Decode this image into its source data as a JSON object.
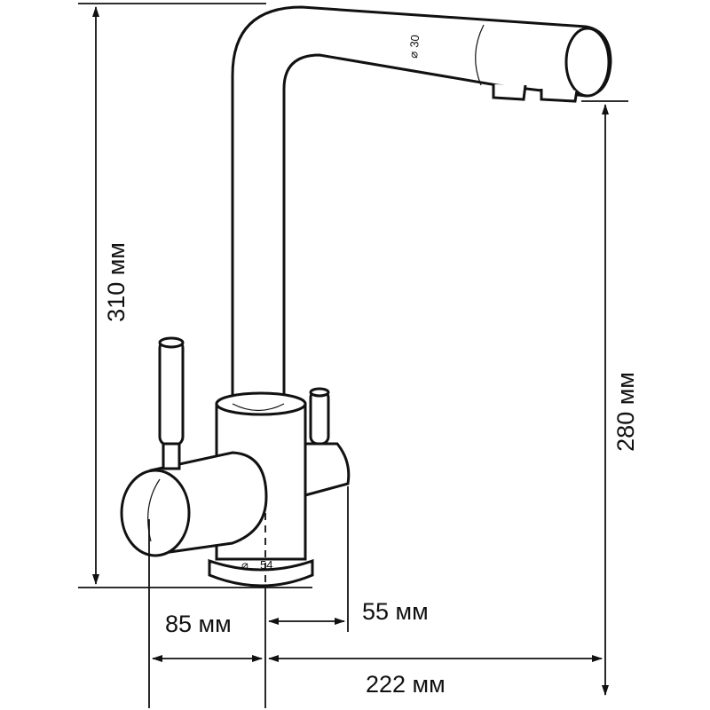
{
  "dimensions": {
    "total_height": "310 мм",
    "spout_height": "280 мм",
    "handle_offset": "85 мм",
    "filter_lever_offset": "55 мм",
    "spout_reach": "222 мм",
    "spout_diameter": "30",
    "base_diameter": "54"
  },
  "symbols": {
    "diameter": "⌀"
  }
}
